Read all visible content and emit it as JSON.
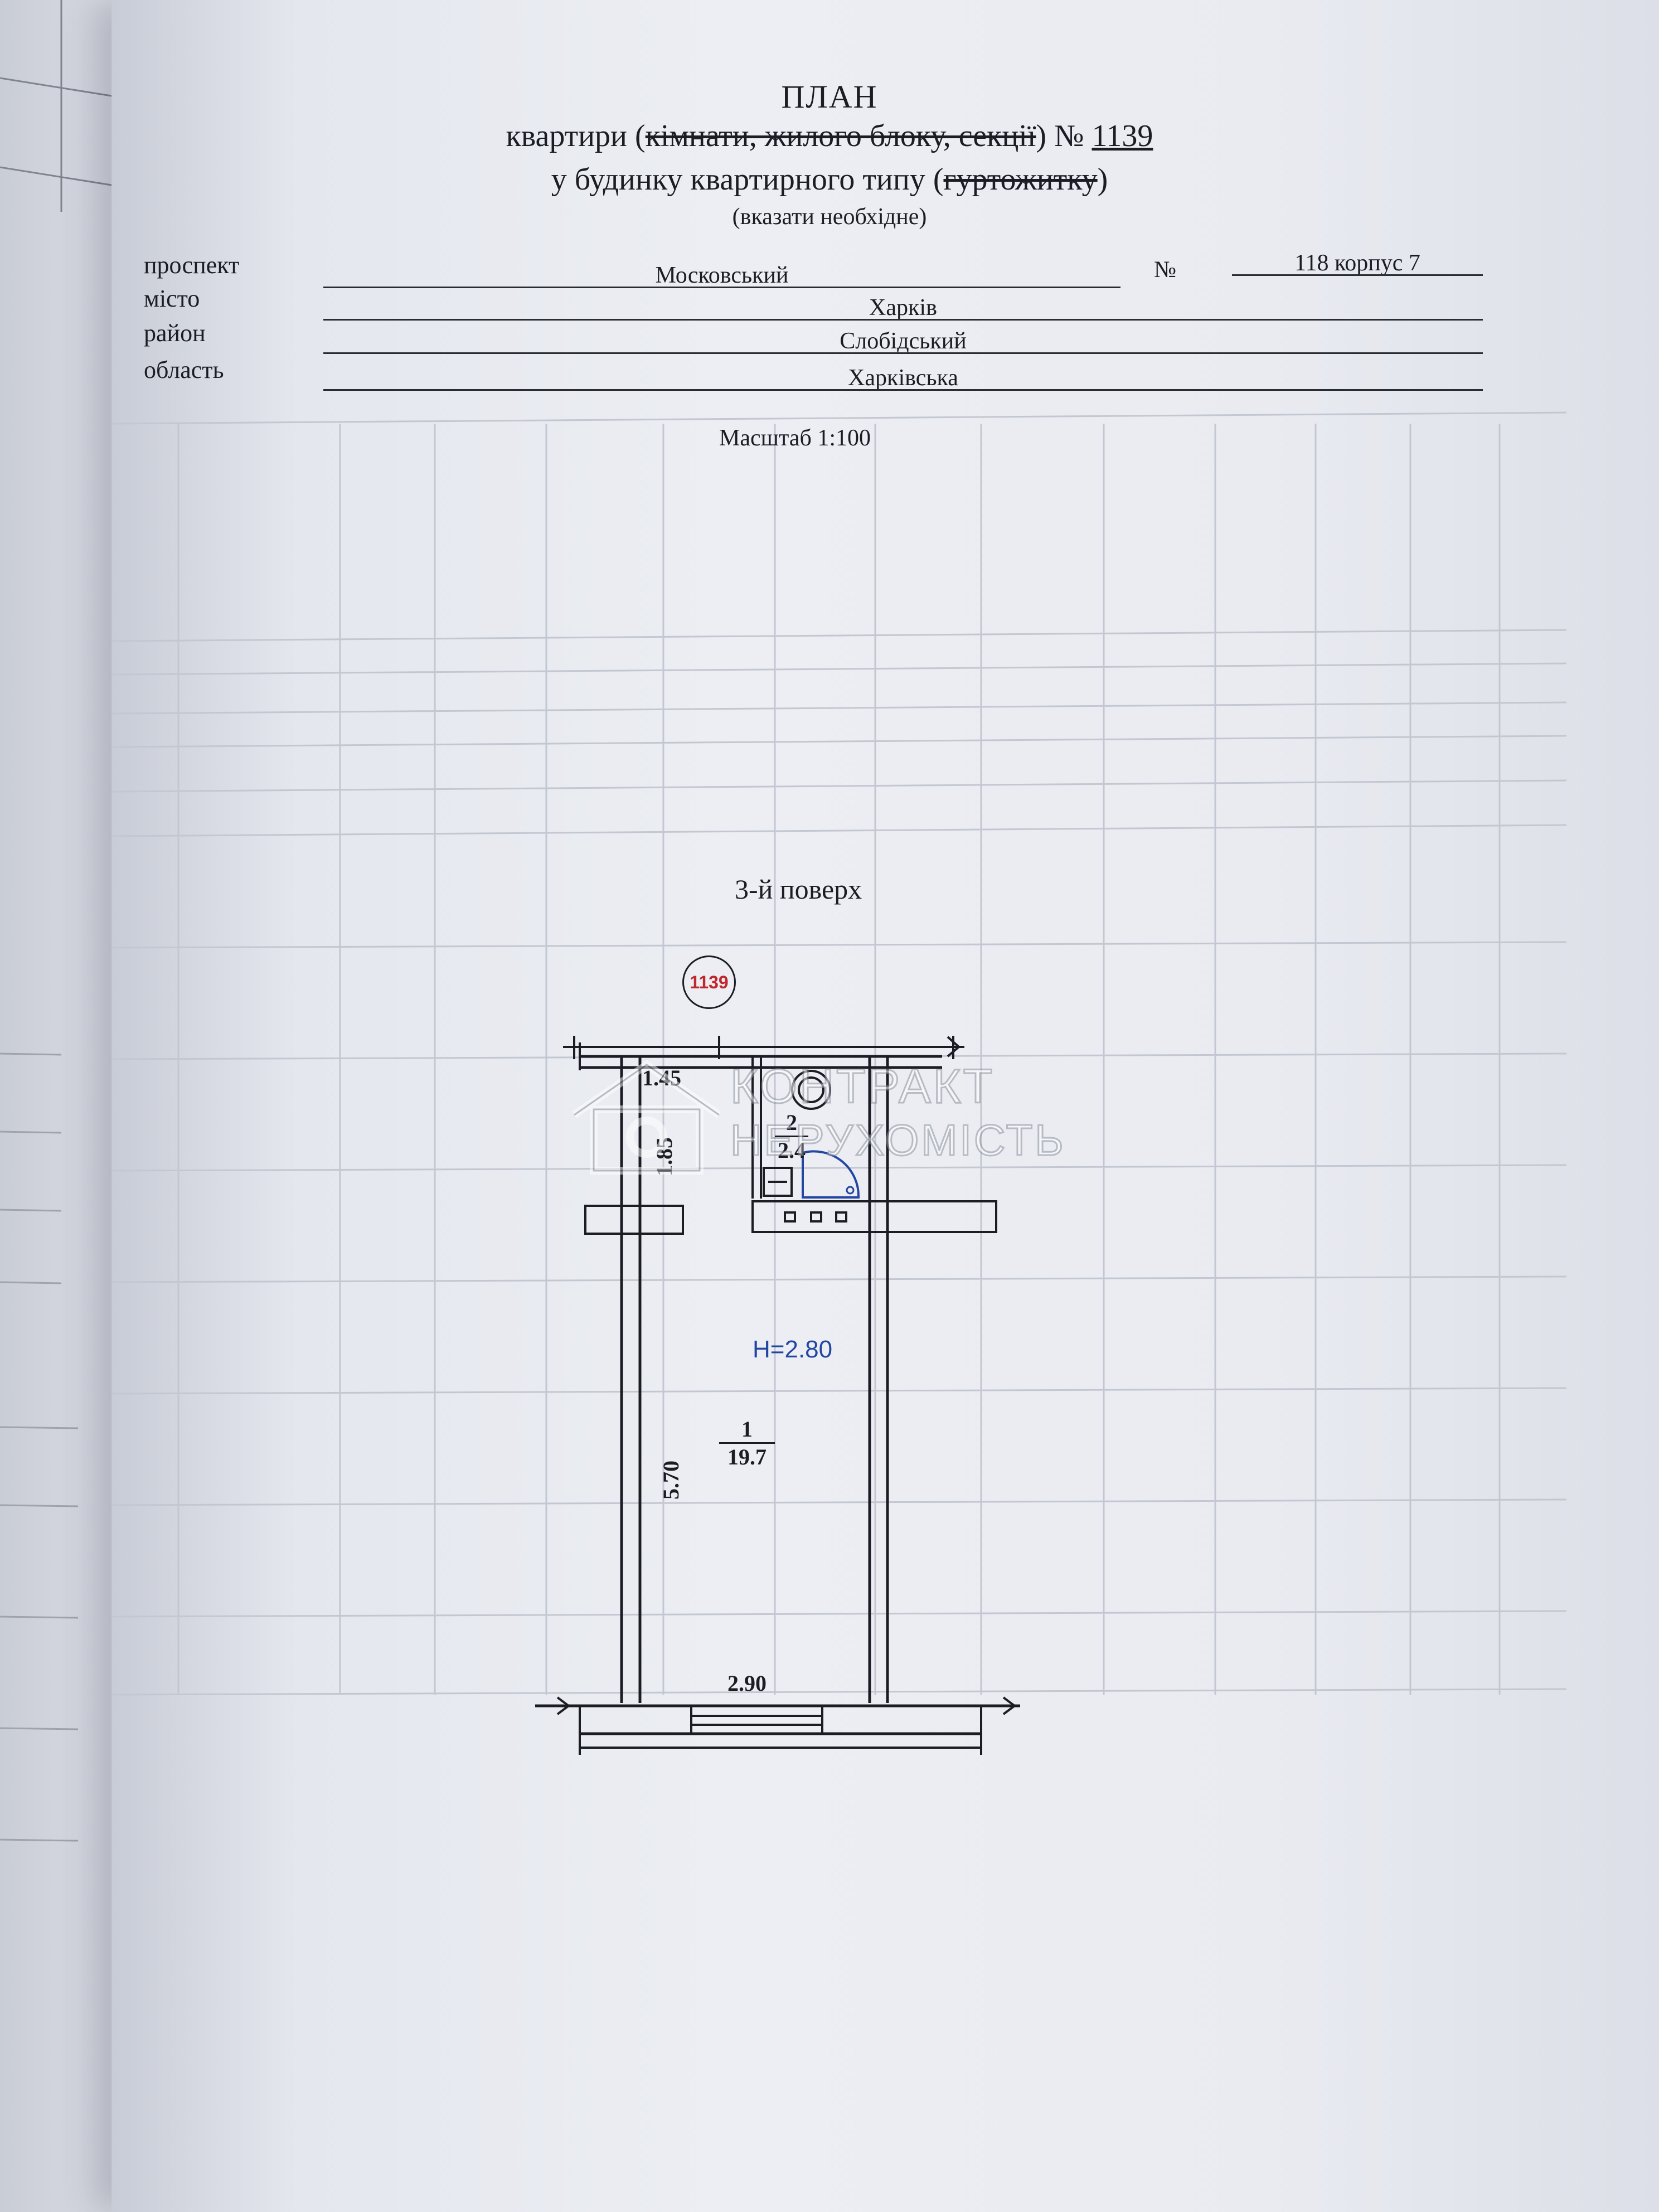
{
  "header": {
    "title": "ПЛАН",
    "line2_prefix": "квартири (",
    "line2_struck": "кімнати, жилого блоку, секції",
    "line2_suffix": ") №",
    "apartment_number": "1139",
    "line3_prefix": "у будинку квартирного типу (",
    "line3_struck": "гуртожитку",
    "line3_suffix": ")",
    "line4": "(вказати необхідне)"
  },
  "address": {
    "avenue_label": "проспект",
    "avenue_value": "Московський",
    "number_label": "№",
    "number_value": "118 корпус 7",
    "city_label": "місто",
    "city_value": "Харків",
    "district_label": "район",
    "district_value": "Слобідський",
    "region_label": "область",
    "region_value": "Харківська"
  },
  "scale": "Масштаб 1:100",
  "floor": "3-й поверх",
  "plan": {
    "apartment_mark": "1139",
    "height_label": "H=2.80",
    "dims": {
      "top_left": "1.45",
      "left_upper": "1.85",
      "left_lower": "5.70",
      "bottom": "2.90"
    },
    "rooms": [
      {
        "number": "1",
        "area": "19.7"
      },
      {
        "number": "2",
        "area": "2.4"
      }
    ]
  },
  "watermark": {
    "line1": "КОНТРАКТ",
    "line2": "НЕРУХОМІСТЬ"
  }
}
